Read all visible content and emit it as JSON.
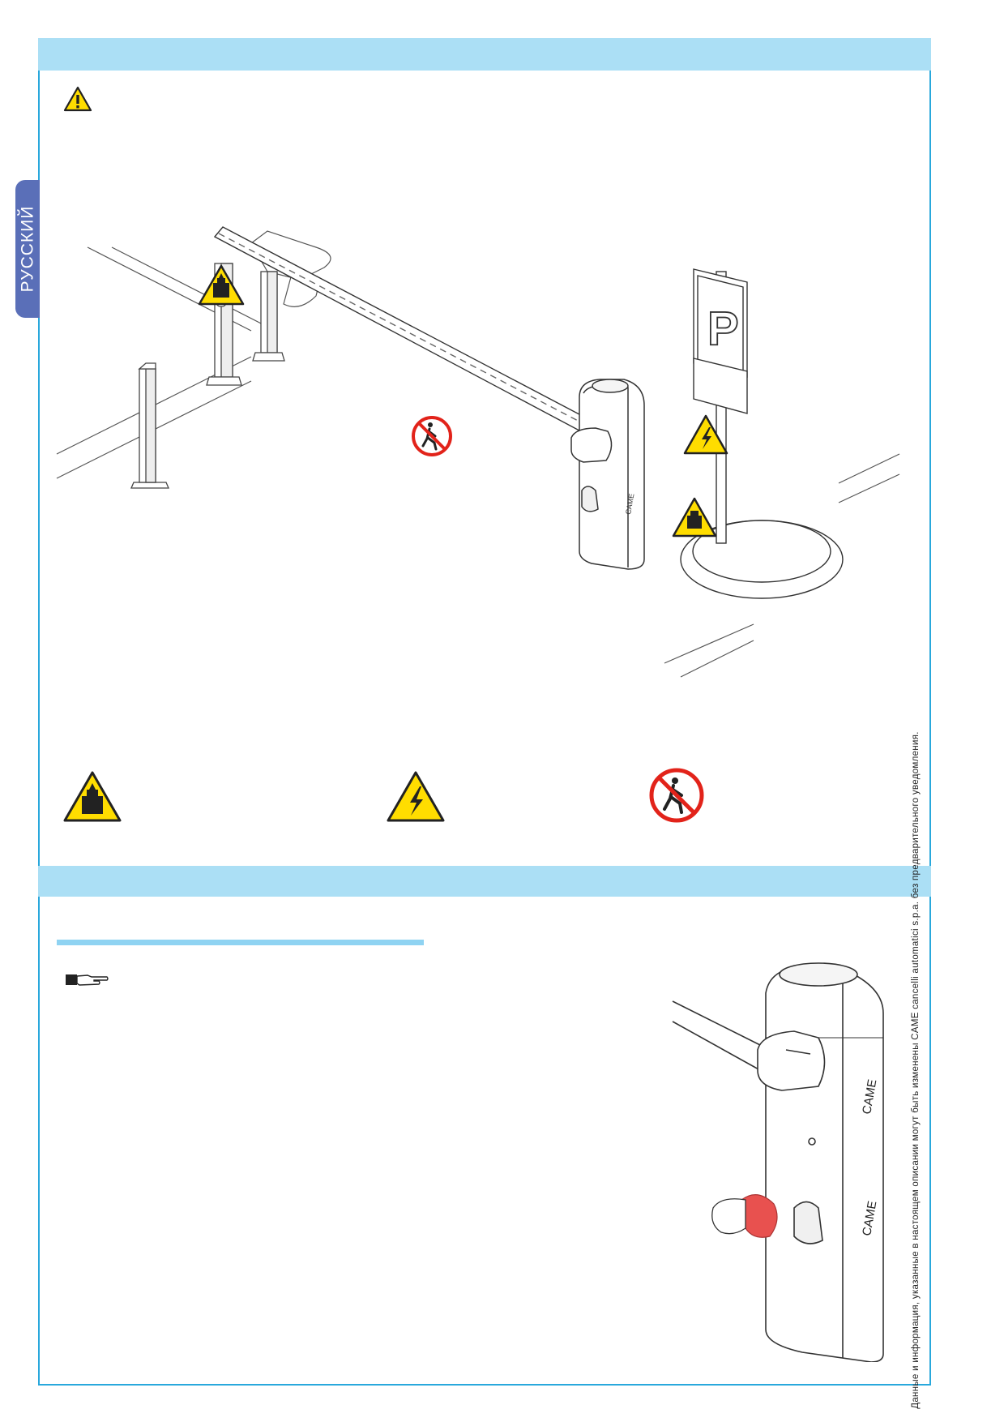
{
  "language_tab": {
    "label": "РУССКИЙ"
  },
  "side_note": "Данные и информация, указанные в настоящем описании могут быть изменены CAME cancelli automatici s.p.a. без предварительного уведомления.",
  "illustration": {
    "brand_label": "CAME",
    "parking_sign_letter": "P"
  },
  "icons": {
    "warning": "warning-triangle-icon",
    "crush": "crush-hazard-icon",
    "electric": "electric-hazard-icon",
    "no_pedestrian": "no-pedestrian-icon",
    "pointing_hand": "pointing-hand-icon"
  },
  "colors": {
    "band": "#abdff5",
    "frame": "#29a8dc",
    "tab": "#5a6fb8",
    "hazard_yellow": "#ffdd00",
    "prohibition_red": "#e2231a",
    "cover_red": "#e8514f"
  }
}
